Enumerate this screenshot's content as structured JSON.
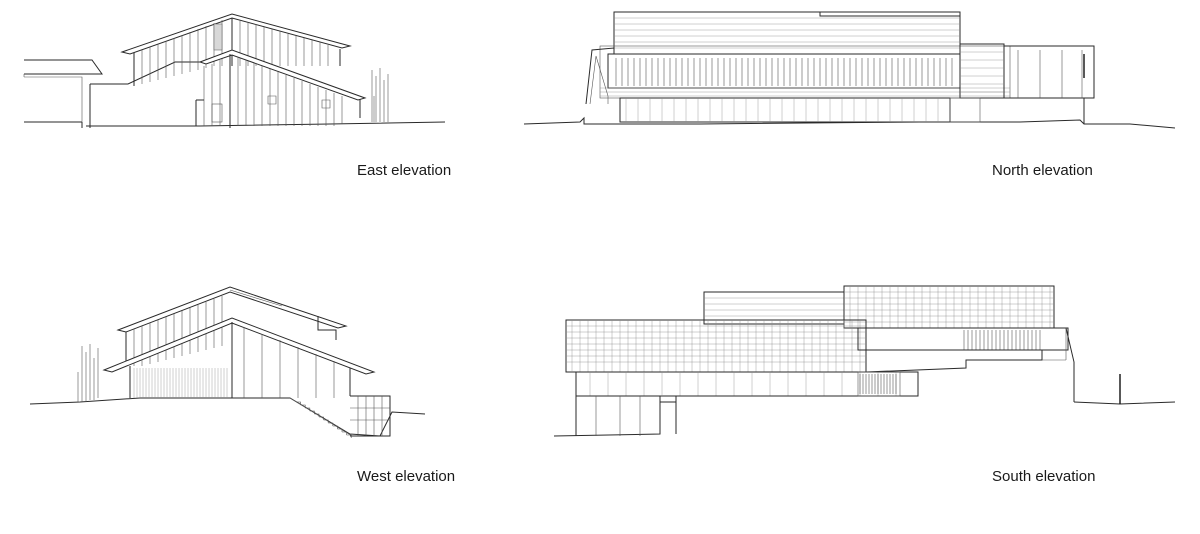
{
  "elevations": {
    "east": {
      "label": "East elevation"
    },
    "north": {
      "label": "North elevation"
    },
    "west": {
      "label": "West elevation"
    },
    "south": {
      "label": "South elevation"
    }
  }
}
